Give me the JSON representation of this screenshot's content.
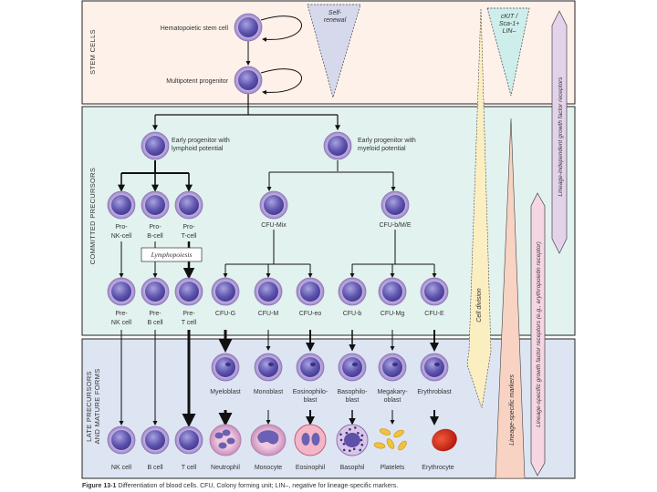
{
  "stem_cells": {
    "section_label": "STEM CELLS",
    "hsc": "Hematopoietic stem cell",
    "mpp": "Multipotent progenitor"
  },
  "committed": {
    "section_label": "COMMITTED PRECURSORS",
    "lymphoid": [
      "Early progenitor with",
      "lymphoid potential"
    ],
    "myeloid": [
      "Early progenitor with",
      "myeloid potential"
    ],
    "pro": [
      [
        "Pro-",
        "NK-cell"
      ],
      [
        "Pro-",
        "B-cell"
      ],
      [
        "Pro-",
        "T-cell"
      ]
    ],
    "cfu_mix": "CFU-Mix",
    "cfu_bme": "CFU-b/M/E",
    "lymphopoiesis": "Lymphopoiesis",
    "row2": [
      [
        "Pre-",
        "NK cell"
      ],
      [
        "Pre-",
        "B cell"
      ],
      [
        "Pre-",
        "T cell"
      ],
      [
        "CFU-G"
      ],
      [
        "CFU-M"
      ],
      [
        "CFU-eo"
      ],
      [
        "CFU-b"
      ],
      [
        "CFU-Mg"
      ],
      [
        "CFU-E"
      ]
    ]
  },
  "late": {
    "section_label": [
      "LATE PRECURSORS",
      "AND MATURE FORMS"
    ],
    "blasts": [
      [
        "Myeloblast"
      ],
      [
        "Monoblast"
      ],
      [
        "Eosinophilo-",
        "blast"
      ],
      [
        "Basophilo-",
        "blast"
      ],
      [
        "Megakary-",
        "oblast"
      ],
      [
        "Erythroblast"
      ]
    ],
    "mature": [
      "NK cell",
      "B cell",
      "T cell",
      "Neutrophil",
      "Monocyte",
      "Eosinophil",
      "Basophil",
      "Platelets",
      "Erythrocyte"
    ]
  },
  "gradients": {
    "self_renewal": [
      "Self-",
      "renewal"
    ],
    "ckit": [
      "cKIT /",
      "Sca-1+",
      "LIN–"
    ],
    "cell_division": "Cell division",
    "lineage_specific_markers": "Lineage-specific markers",
    "lineage_specific_gf": "Lineage-specific growth factor receptors (e.g., erythropoietin receptor)",
    "lineage_independent_gf": "Lineage-independent growth factor receptors"
  },
  "colors": {
    "stem_bg": "#fdf1ea",
    "committed_bg": "#e2f2ef",
    "late_bg": "#dde5f3",
    "cell": "#6f63b8",
    "self_renewal": "#d6d8ec",
    "ckit": "#cdeeea",
    "cell_division": "#fbeec0",
    "markers": "#f8d2c2",
    "lineage_gf": "#f5d6e2",
    "independent_gf": "#e3d3ea"
  },
  "caption": {
    "number": "Figure 13-1",
    "text": "Differentiation of blood cells. CFU, Colony forming unit; LIN–, negative for lineage-specific markers."
  }
}
